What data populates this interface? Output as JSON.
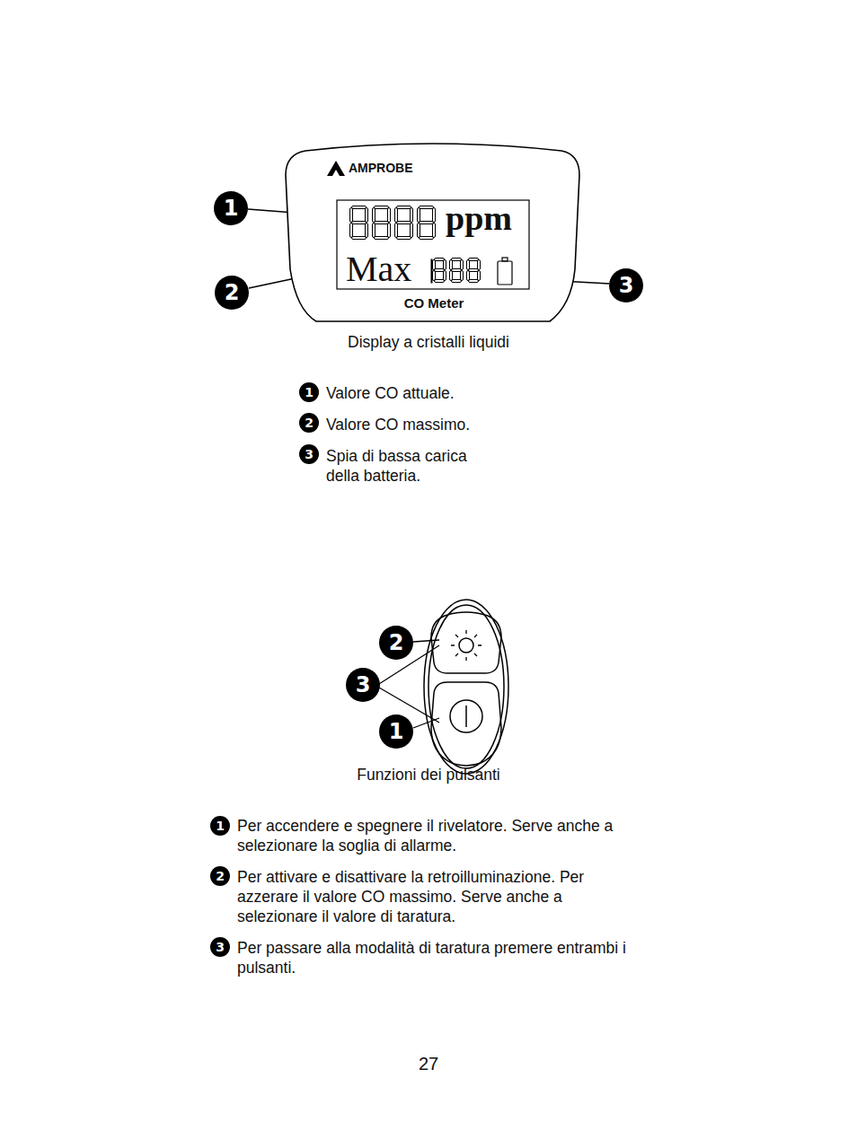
{
  "diagram": {
    "nodes": [
      {
        "text": [
          "AMPROBE",
          "CO Meter"
        ]
      },
      {
        "text": [
          "ppm",
          "Max"
        ],
        "in": 0
      }
    ],
    "labels": [
      "1",
      "2",
      "3",
      "Display a cristalli liquidi",
      "1",
      "Valore CO attuale.",
      "2",
      "Valore CO massimo.",
      "3",
      "Spia di bassa carica della batteria.",
      "2",
      "3",
      "1",
      "Funzioni dei pulsanti",
      "1",
      "Per accendere e spegnere il rivelatore. Serve anche a selezionare la soglia di allarme.",
      "2",
      "Per attivare e disattivare la retroilluminazione. Per azzerare il valore CO massimo. Serve anche a selezionare il valore di taratura.",
      "3",
      "Per passare alla modalità di taratura premere entrambi i pulsanti.",
      "27"
    ]
  }
}
